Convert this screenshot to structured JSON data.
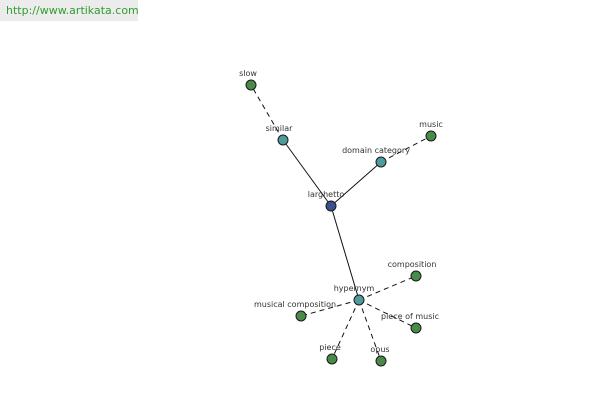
{
  "watermark": "http://www.artikata.com",
  "colors": {
    "center": "#3e4f8f",
    "relation": "#4f9a9a",
    "leaf": "#4a8a48",
    "edge": "#111111"
  },
  "graph": {
    "nodes": [
      {
        "id": "larghetto",
        "label": "larghetto",
        "kind": "center"
      },
      {
        "id": "similar",
        "label": "similar",
        "kind": "relation"
      },
      {
        "id": "domain_category",
        "label": "domain category",
        "kind": "relation"
      },
      {
        "id": "hypernym",
        "label": "hypernym",
        "kind": "relation"
      },
      {
        "id": "slow",
        "label": "slow",
        "kind": "leaf"
      },
      {
        "id": "music",
        "label": "music",
        "kind": "leaf"
      },
      {
        "id": "composition",
        "label": "composition",
        "kind": "leaf"
      },
      {
        "id": "musical_composition",
        "label": "musical composition",
        "kind": "leaf"
      },
      {
        "id": "piece_of_music",
        "label": "piece of music",
        "kind": "leaf"
      },
      {
        "id": "piece",
        "label": "piece",
        "kind": "leaf"
      },
      {
        "id": "opus",
        "label": "opus",
        "kind": "leaf"
      }
    ],
    "edges": [
      {
        "from": "larghetto",
        "to": "similar",
        "style": "solid"
      },
      {
        "from": "larghetto",
        "to": "domain_category",
        "style": "solid"
      },
      {
        "from": "larghetto",
        "to": "hypernym",
        "style": "solid"
      },
      {
        "from": "similar",
        "to": "slow",
        "style": "dashed"
      },
      {
        "from": "domain_category",
        "to": "music",
        "style": "dashed"
      },
      {
        "from": "hypernym",
        "to": "composition",
        "style": "dashed"
      },
      {
        "from": "hypernym",
        "to": "musical_composition",
        "style": "dashed"
      },
      {
        "from": "hypernym",
        "to": "piece_of_music",
        "style": "dashed"
      },
      {
        "from": "hypernym",
        "to": "piece",
        "style": "dashed"
      },
      {
        "from": "hypernym",
        "to": "opus",
        "style": "dashed"
      }
    ]
  }
}
